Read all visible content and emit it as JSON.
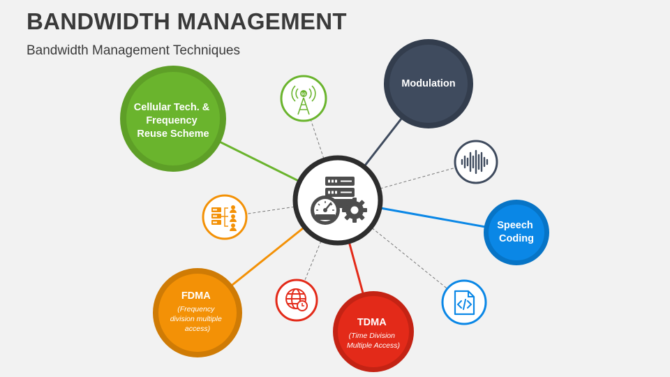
{
  "header": {
    "title": "BANDWIDTH MANAGEMENT",
    "subtitle": "Bandwidth Management Techniques"
  },
  "nodes": [
    {
      "id": "cellular",
      "lines": [
        "Cellular Tech. &",
        "Frequency",
        "Reuse Scheme"
      ],
      "color": "#6ab42d"
    },
    {
      "id": "modulation",
      "lines": [
        "Modulation"
      ],
      "color": "#3f4b5e"
    },
    {
      "id": "speech",
      "lines": [
        "Speech",
        "Coding"
      ],
      "color": "#0a87e6"
    },
    {
      "id": "tdma",
      "lines": [
        "TDMA"
      ],
      "sublines": [
        "(Time Division",
        "Multiple Access)"
      ],
      "color": "#e32a19"
    },
    {
      "id": "fdma",
      "lines": [
        "FDMA"
      ],
      "sublines": [
        "(Frequency",
        "division multiple",
        "access)"
      ],
      "color": "#f39106"
    }
  ],
  "icons": [
    {
      "id": "tower",
      "icon": "5g-tower-icon",
      "color": "#6ab42d"
    },
    {
      "id": "wave",
      "icon": "sound-wave-icon",
      "color": "#3f4b5e"
    },
    {
      "id": "code",
      "icon": "code-file-icon",
      "color": "#0a87e6"
    },
    {
      "id": "globe",
      "icon": "globe-clock-icon",
      "color": "#e32a19"
    },
    {
      "id": "hierarchy",
      "icon": "server-users-icon",
      "color": "#f39106"
    }
  ],
  "hub": {
    "icon": "server-speedometer-gear-icon",
    "color": "#2d2d2d"
  }
}
